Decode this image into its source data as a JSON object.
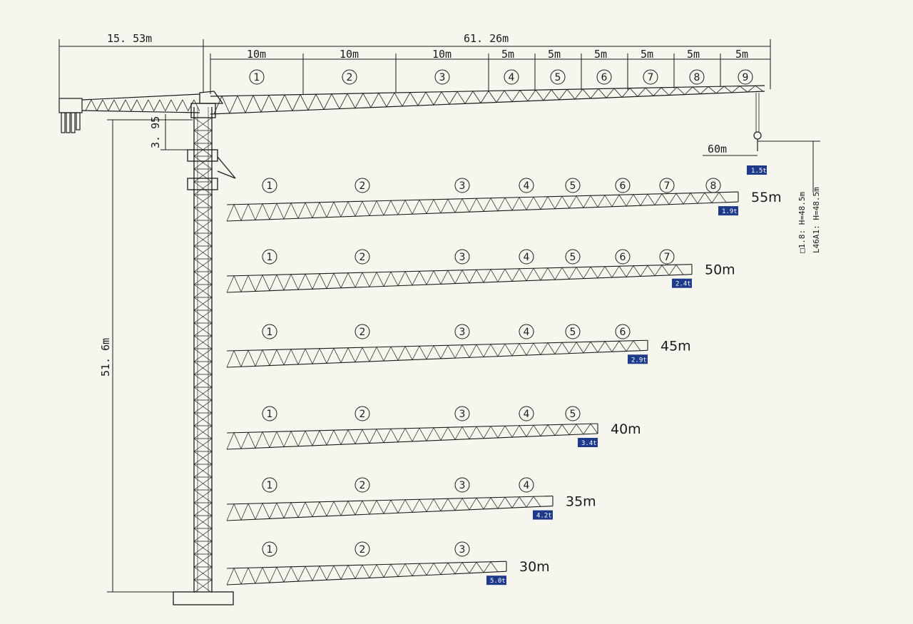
{
  "dimensions": {
    "counter_jib": "15. 53m",
    "total_jib": "61. 26m",
    "height": "51. 6m",
    "head": "3. 95",
    "hook_radius": "60m"
  },
  "top_jib": {
    "segments": [
      {
        "num": "1",
        "length": "10m"
      },
      {
        "num": "2",
        "length": "10m"
      },
      {
        "num": "3",
        "length": "10m"
      },
      {
        "num": "4",
        "length": "5m"
      },
      {
        "num": "5",
        "length": "5m"
      },
      {
        "num": "6",
        "length": "5m"
      },
      {
        "num": "7",
        "length": "5m"
      },
      {
        "num": "8",
        "length": "5m"
      },
      {
        "num": "9",
        "length": "5m"
      }
    ],
    "tip_load": "1.5t"
  },
  "notes": {
    "line1": "□1.8: H=48.5m",
    "line2": "L46A1: H=48.5m"
  },
  "jib_configs": [
    {
      "length": "55m",
      "load": "1.9t",
      "sections": [
        "1",
        "2",
        "3",
        "4",
        "5",
        "6",
        "7",
        "8"
      ]
    },
    {
      "length": "50m",
      "load": "2.4t",
      "sections": [
        "1",
        "2",
        "3",
        "4",
        "5",
        "6",
        "7"
      ]
    },
    {
      "length": "45m",
      "load": "2.9t",
      "sections": [
        "1",
        "2",
        "3",
        "4",
        "5",
        "6"
      ]
    },
    {
      "length": "40m",
      "load": "3.4t",
      "sections": [
        "1",
        "2",
        "3",
        "4",
        "5"
      ]
    },
    {
      "length": "35m",
      "load": "4.2t",
      "sections": [
        "1",
        "2",
        "3",
        "4"
      ]
    },
    {
      "length": "30m",
      "load": "5.0t",
      "sections": [
        "1",
        "2",
        "3"
      ]
    }
  ],
  "colors": {
    "background": "#f7f6ee",
    "line": "#1a1a1a",
    "badge": "#1e3a8a"
  }
}
